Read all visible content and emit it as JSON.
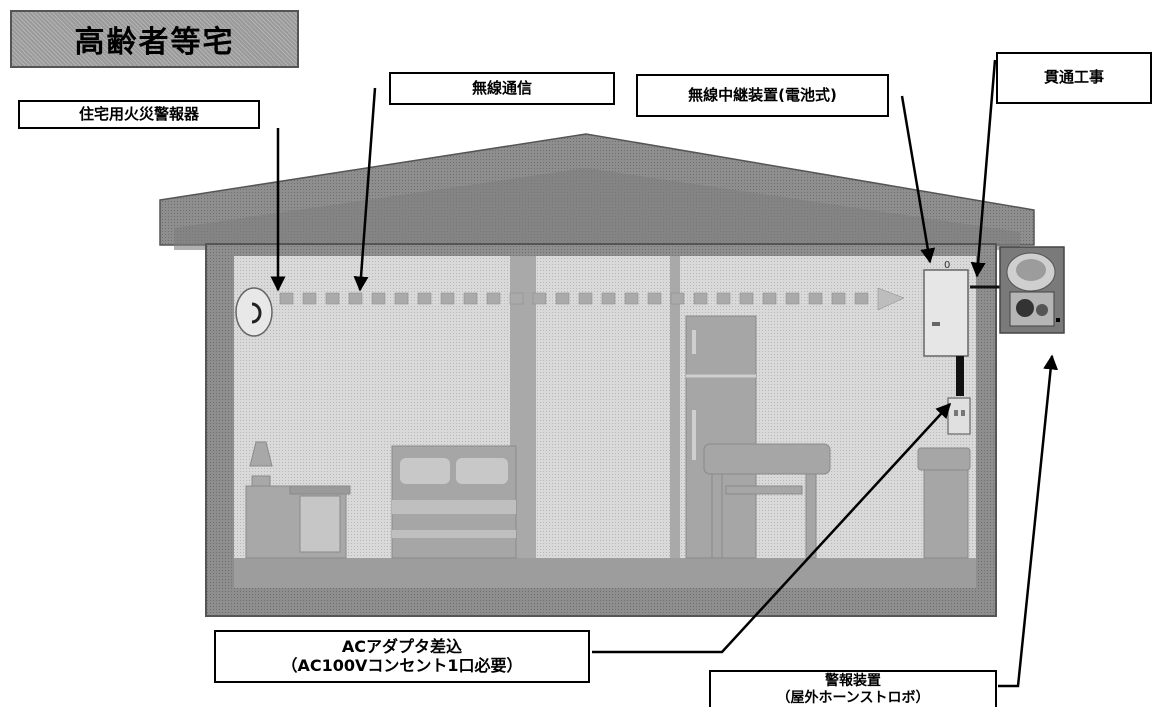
{
  "title": "高齢者等宅",
  "labels": {
    "alarm": "住宅用火災警報器",
    "wireless": "無線通信",
    "relay": "無線中継装置(電池式)",
    "penetration": "貫通工事",
    "ac_line1": "ACアダプタ差込",
    "ac_line2": "（AC100Vコンセント1口必要）",
    "horn_line1": "警報装置",
    "horn_line2": "（屋外ホーンストロボ）"
  },
  "colors": {
    "roof": "#8d8d8d",
    "house_frame": "#7a7a7a",
    "interior": "#d6d6d6",
    "furniture": "#a6a6a6",
    "arrow": "#000000",
    "signal": "#b0b0b0"
  },
  "icons": {
    "alarm": "smoke-detector-icon",
    "relay": "relay-device-icon",
    "adapter": "ac-adapter-icon",
    "horn": "horn-strobe-icon"
  }
}
